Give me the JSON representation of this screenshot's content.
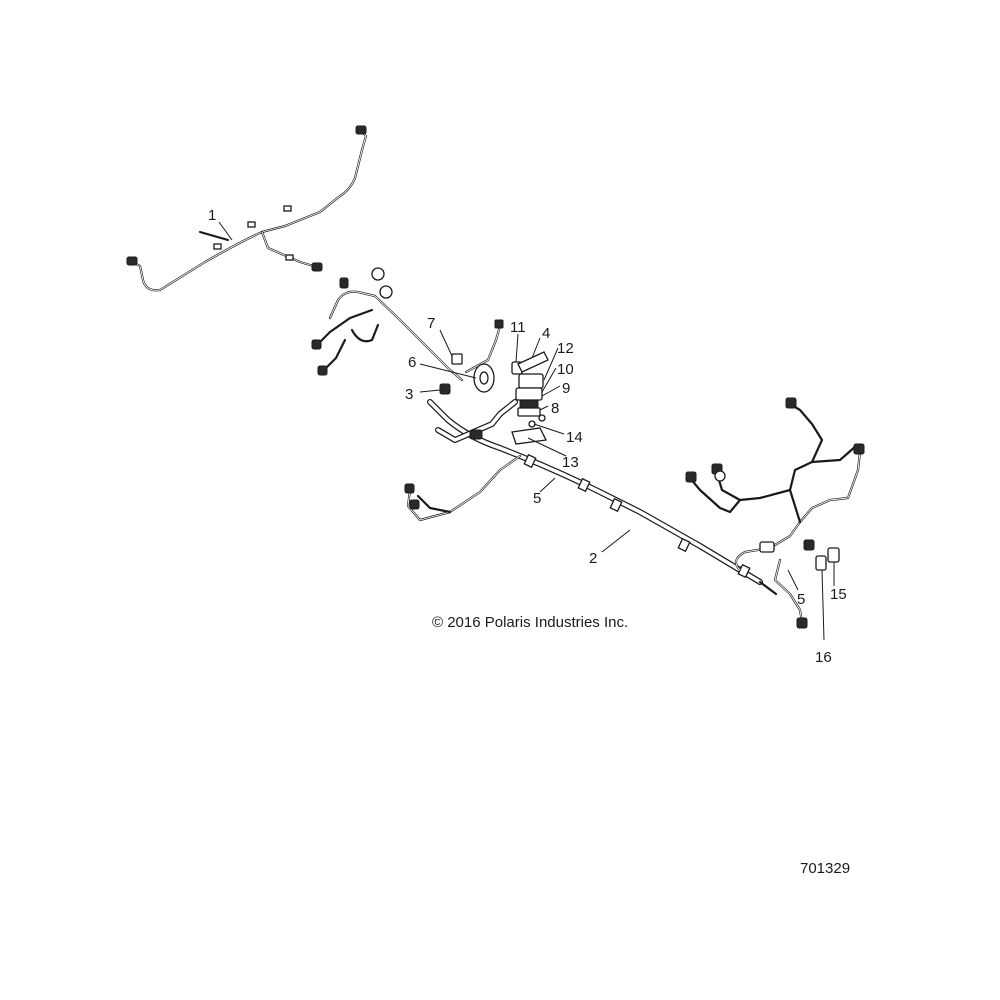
{
  "copyright": "© 2016 Polaris Industries Inc.",
  "figure_number": "701329",
  "callouts": {
    "c1": "1",
    "c2": "2",
    "c3": "3",
    "c4": "4",
    "c5a": "5",
    "c5b": "5",
    "c6": "6",
    "c7": "7",
    "c8": "8",
    "c9": "9",
    "c10": "10",
    "c11": "11",
    "c12": "12",
    "c13": "13",
    "c14": "14",
    "c15": "15",
    "c16": "16"
  }
}
